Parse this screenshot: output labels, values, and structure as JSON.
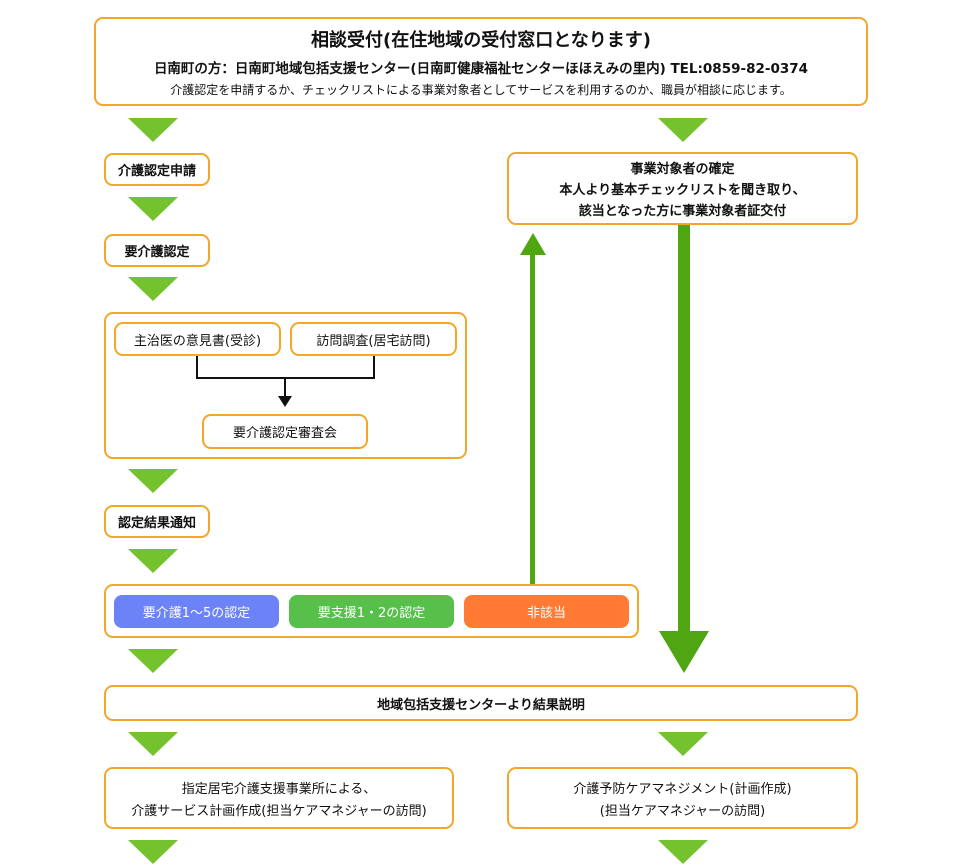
{
  "reception": {
    "title": "相談受付(在住地域の受付窓口となります)",
    "line2": "日南町の方：日南町地域包括支援センター(日南町健康福祉センターほほえみの里内) TEL:0859-82-0374",
    "line3": "介護認定を申請するか、チェックリストによる事業対象者としてサービスを利用するのか、職員が相談に応じます。"
  },
  "left": {
    "apply": "介護認定申請",
    "needs": "要介護認定",
    "opinion": "主治医の意見書(受診)",
    "visit": "訪問調査(居宅訪問)",
    "committee": "要介護認定審査会",
    "result": "認定結果通知",
    "care_levels": "要介護1〜5の認定",
    "support_levels": "要支援1・2の認定",
    "not_applicable": "非該当"
  },
  "right": {
    "confirm_line1": "事業対象者の確定",
    "confirm_line2": "本人より基本チェックリストを聞き取り、",
    "confirm_line3": "該当となった方に事業対象者証交付"
  },
  "center": {
    "explanation": "地域包括支援センターより結果説明"
  },
  "bottom": {
    "left_line1": "指定居宅介護支援事業所による、",
    "left_line2": "介護サービス計画作成(担当ケアマネジャーの訪問)",
    "right_line1": "介護予防ケアマネジメント(計画作成)",
    "right_line2": "(担当ケアマネジャーの訪問)"
  },
  "colors": {
    "box_border": "#f2a72b",
    "arrow_green": "#73c22e",
    "long_arrow_green": "#4fa512",
    "care_blue": "#6b83f7",
    "support_green": "#56c04a",
    "not_applicable_orange": "#ff7b33"
  }
}
